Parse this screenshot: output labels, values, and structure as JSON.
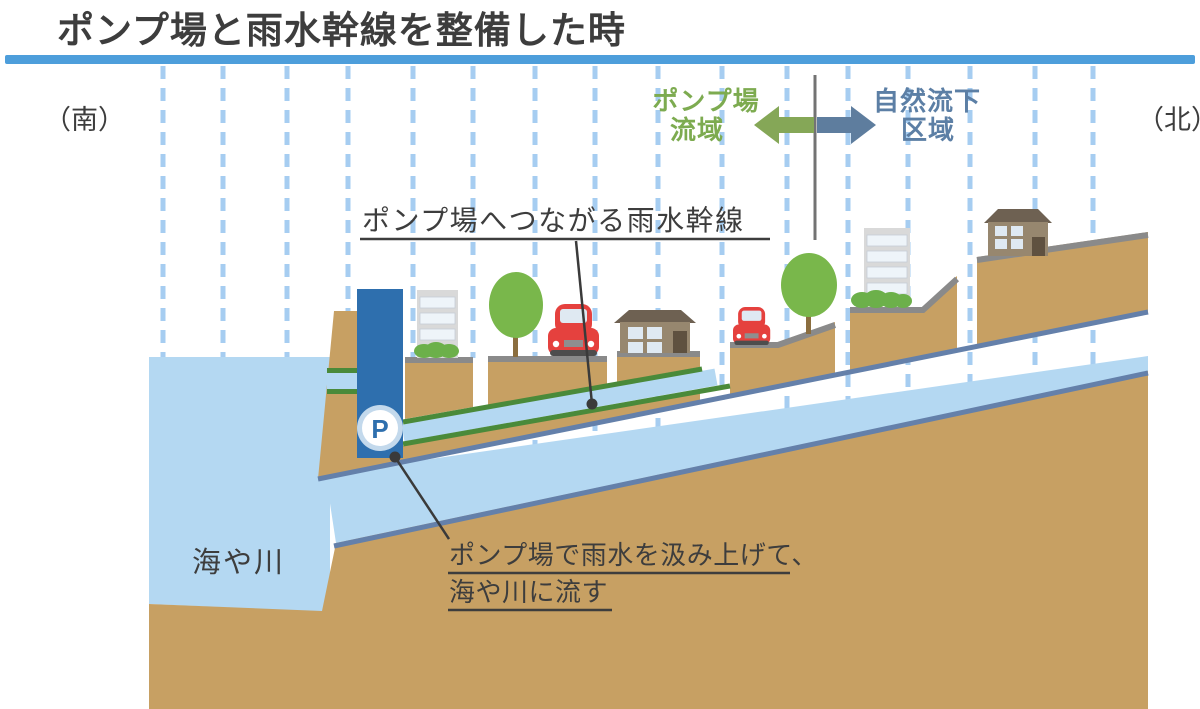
{
  "title": "ポンプ場と雨水幹線を整備した時",
  "compass": {
    "south": "（南）",
    "north": "（北）"
  },
  "legend": {
    "pump_basin_line1": "ポンプ場",
    "pump_basin_line2": "流域",
    "natural_flow_line1": "自然流下",
    "natural_flow_line2": "区域"
  },
  "annotations": {
    "trunk_line": "ポンプ場へつながる雨水幹線",
    "pump_action_line1": "ポンプ場で雨水を汲み上げて、",
    "pump_action_line2": "海や川に流す",
    "sea": "海や川",
    "pump_symbol": "P"
  },
  "colors": {
    "tan": "#c7a063",
    "road": "#8a8a8a",
    "slate": "#6480aa",
    "water": "#b4d8f2",
    "rain": "#a6cdf1",
    "green_line": "#4a8a3a",
    "pump_blue": "#2e6fae",
    "bush": "#6cb04a",
    "tree": "#79b74b",
    "trunk": "#8b6e3f",
    "car_red": "#e5413e",
    "bldg": "#d9d9d9",
    "slat": "#eef4f9",
    "roof": "#6e6152",
    "wall": "#97876f",
    "door": "#5f5140",
    "window": "#dfe9f2",
    "title_bar": "#4d9edb",
    "text_dark": "#3d3d3d",
    "green_text": "#7dab50",
    "slate_text": "#5c7fa5",
    "arrow_green": "#85a757",
    "arrow_slate": "#5e7d9e",
    "divider": "#737373",
    "ring": "#c3d9ec",
    "leader": "#3a3a3a"
  }
}
